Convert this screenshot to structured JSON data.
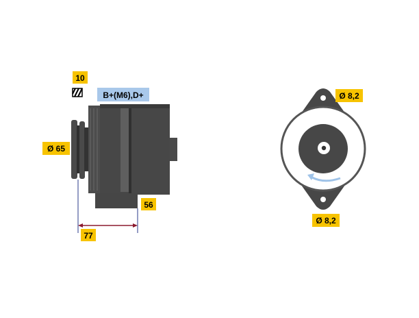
{
  "labels": {
    "spline_count": "10",
    "terminals": "B+(M6),D+",
    "pulley_diameter": "Ø 65",
    "body_offset": "56",
    "overall_length": "77",
    "mount_hole_top": "Ø 8,2",
    "mount_hole_bottom": "Ø 8,2"
  },
  "colors": {
    "label_bg": "#f7c300",
    "terminal_bg": "#a9c8ea",
    "body_dark": "#454545",
    "body_mid": "#5a5a5a",
    "dimension_line": "#8b1a2e",
    "rotation_arrow": "#9fc3e8"
  },
  "icons": {
    "spline": "hatched-square-icon",
    "rotation": "rotation-arrow-icon"
  }
}
